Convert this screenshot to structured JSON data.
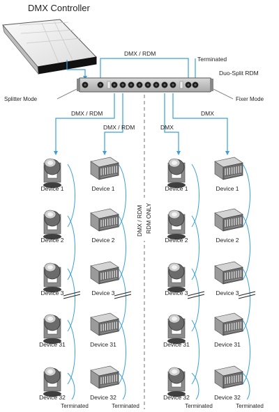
{
  "controller": {
    "label": "DMX Controller"
  },
  "splitter": {
    "label": "Duo-Split RDM",
    "left_mode": "Splitter Mode",
    "right_mode": "Fixer Mode",
    "input_label": "DMX / RDM",
    "terminated_label": "Terminated"
  },
  "center_divider": {
    "line1": "DMX / RDM",
    "line2": "RDM ONLY"
  },
  "branches": [
    {
      "label": "DMX / RDM"
    },
    {
      "label": "DMX / RDM"
    },
    {
      "label": "DMX"
    },
    {
      "label": "DMX"
    }
  ],
  "columns": [
    {
      "type": "moving-head",
      "devices": [
        "Device 1",
        "Device 2",
        "Device 3",
        "Device 31",
        "Device 32"
      ],
      "terminated": "Terminated"
    },
    {
      "type": "dimmer-pack",
      "devices": [
        "Device 1",
        "Device 2",
        "Device 3",
        "Device 31",
        "Device 32"
      ],
      "terminated": "Terminated"
    },
    {
      "type": "moving-head",
      "devices": [
        "Device 1",
        "Device 2",
        "Device 3",
        "Device 31",
        "Device 32"
      ],
      "terminated": "Terminated"
    },
    {
      "type": "dimmer-pack",
      "devices": [
        "Device 1",
        "Device 2",
        "Device 3",
        "Device 31",
        "Device 32"
      ],
      "terminated": "Terminated"
    }
  ],
  "colors": {
    "cable": "#3aa0d8",
    "device": "#6b6b6b",
    "splitter": "#9a9a9a",
    "controller": "#111111"
  }
}
